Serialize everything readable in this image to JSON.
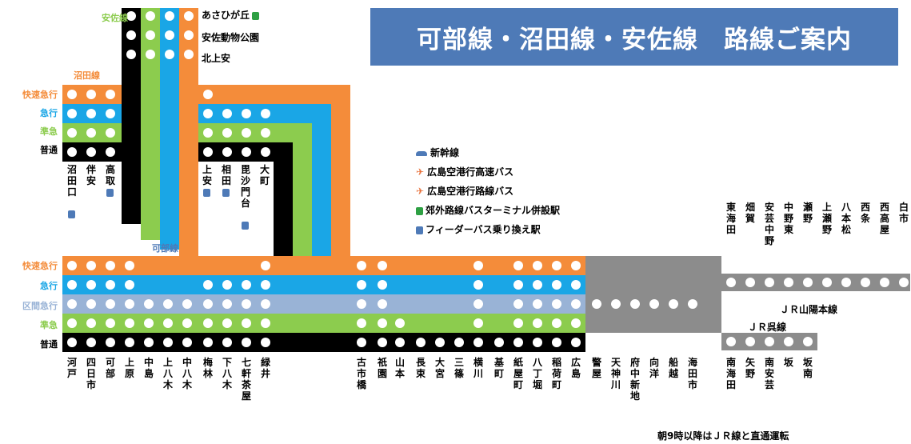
{
  "header": {
    "title": "可部線・沼田線・安佐線　路線ご案内"
  },
  "colors": {
    "rapid_express": "#f48c3a",
    "express": "#1aa6e6",
    "semi_express": "#8ccc4e",
    "local": "#000000",
    "section_express": "#99b3d6",
    "jr": "#8c8c8c",
    "title_bg": "#4e7ab7"
  },
  "lines": {
    "asa": "安佐線",
    "numata": "沼田線",
    "kabe": "可部線",
    "sanyo": "ＪＲ山陽本線",
    "kure": "ＪＲ呉線"
  },
  "services_top": [
    "快速急行",
    "急行",
    "準急",
    "普通"
  ],
  "services_bottom": [
    "快速急行",
    "急行",
    "区間急行",
    "準急",
    "普通"
  ],
  "asa_stations": [
    "あさひが丘",
    "安佐動物公園",
    "北上安"
  ],
  "numata_stations": [
    "沼田口",
    "伴安",
    "高取",
    "上安",
    "相田",
    "毘沙門台",
    "大町"
  ],
  "kabe_stations": [
    "河戸",
    "四日市",
    "可部",
    "上原",
    "中島",
    "上八木",
    "中八木",
    "梅林",
    "下八木",
    "七軒茶屋",
    "緑井"
  ],
  "city_stations": [
    "古市橋",
    "祇園",
    "山本",
    "長束",
    "大宮",
    "三篠",
    "横川",
    "基町",
    "紙屋町",
    "八丁堀",
    "稲荷町",
    "広島",
    "警屋",
    "天神川",
    "府中新地",
    "向洋",
    "船越",
    "海田市"
  ],
  "kure_stations": [
    "南海田",
    "矢野",
    "南安芸",
    "坂",
    "坂南"
  ],
  "sanyo_stations": [
    "東海田",
    "畑賀",
    "安芸中野",
    "中野東",
    "瀬野",
    "上瀬野",
    "八本松",
    "西条",
    "西高屋",
    "白市"
  ],
  "legend": [
    {
      "icon": "shinkansen",
      "label": "新幹線"
    },
    {
      "icon": "plane",
      "label": "広島空港行高速バス"
    },
    {
      "icon": "plane",
      "label": "広島空港行路線バス"
    },
    {
      "icon": "green-bus",
      "label": "郊外路線バスターミナル併設駅"
    },
    {
      "icon": "blue-bus",
      "label": "フィーダーバス乗り換え駅"
    }
  ],
  "note": "朝9時以降はＪＲ線と直通運転"
}
